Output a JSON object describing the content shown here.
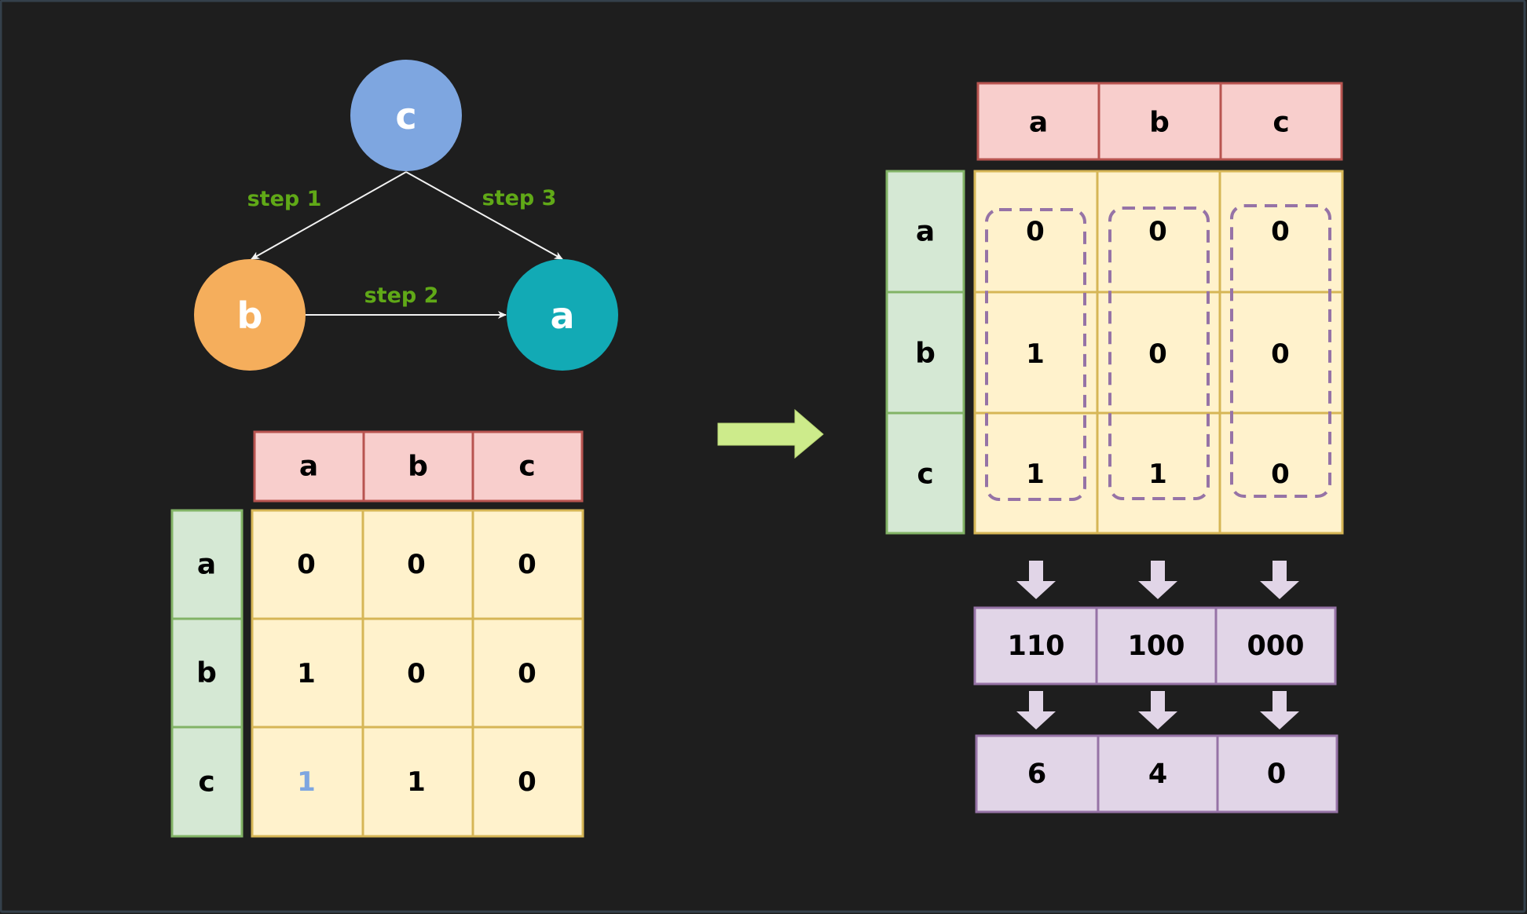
{
  "graph": {
    "nodes": [
      {
        "id": "c",
        "label": "c",
        "color": "#7ea6e0"
      },
      {
        "id": "b",
        "label": "b",
        "color": "#f5ae5c"
      },
      {
        "id": "a",
        "label": "a",
        "color": "#12aab5"
      }
    ],
    "edges": [
      {
        "from": "c",
        "to": "b",
        "label": "step 1"
      },
      {
        "from": "b",
        "to": "a",
        "label": "step 2"
      },
      {
        "from": "c",
        "to": "a",
        "label": "step 3"
      }
    ]
  },
  "matrix_left": {
    "columns": [
      "a",
      "b",
      "c"
    ],
    "rows": [
      "a",
      "b",
      "c"
    ],
    "cells": [
      [
        "0",
        "0",
        "0"
      ],
      [
        "1",
        "0",
        "0"
      ],
      [
        "1",
        "1",
        "0"
      ]
    ],
    "highlight_color": "#7ea6e0"
  },
  "matrix_right": {
    "columns": [
      "a",
      "b",
      "c"
    ],
    "rows": [
      "a",
      "b",
      "c"
    ],
    "cells": [
      [
        "0",
        "0",
        "0"
      ],
      [
        "1",
        "0",
        "0"
      ],
      [
        "1",
        "1",
        "0"
      ]
    ]
  },
  "binary_codes": [
    "110",
    "100",
    "000"
  ],
  "decimal_values": [
    "6",
    "4",
    "0"
  ],
  "colors": {
    "background": "#1e1e1e",
    "step_label": "#60a917",
    "big_arrow": "#cdeb8b",
    "small_arrow": "#e1d5e7"
  }
}
